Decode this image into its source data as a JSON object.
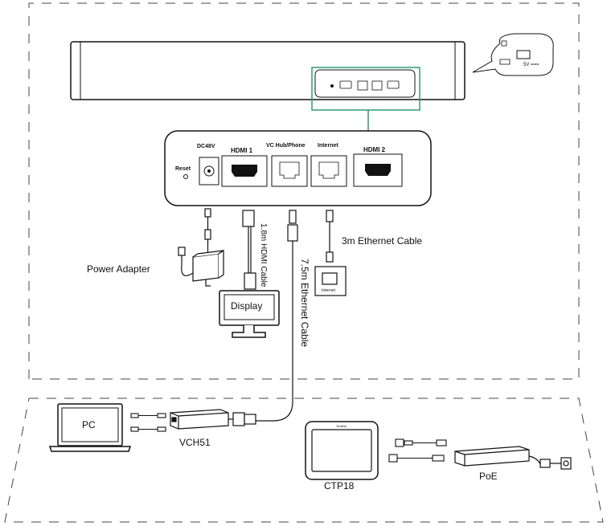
{
  "labels": {
    "power_adapter": "Power Adapter",
    "hdmi_cable": "1.8m HDMI Cable",
    "ethernet_long": "7.5m Ethernet Cable",
    "ethernet_short": "3m Ethernet Cable",
    "display": "Display",
    "pc": "PC",
    "vch51": "VCH51",
    "ctp18": "CTP18",
    "poe": "PoE",
    "internet_box": "Internet",
    "ctp18_brand": "Yealink",
    "usb_5v": "5V ==="
  },
  "ports": {
    "reset": "Reset",
    "dc48v": "DC48V",
    "hdmi1": "HDMI 1",
    "vc_hub": "VC Hub/Phone",
    "internet": "Internet",
    "hdmi2": "HDMI 2"
  },
  "colors": {
    "highlight": "#2e9e6e",
    "stroke": "#111111",
    "dash": "#444444"
  }
}
